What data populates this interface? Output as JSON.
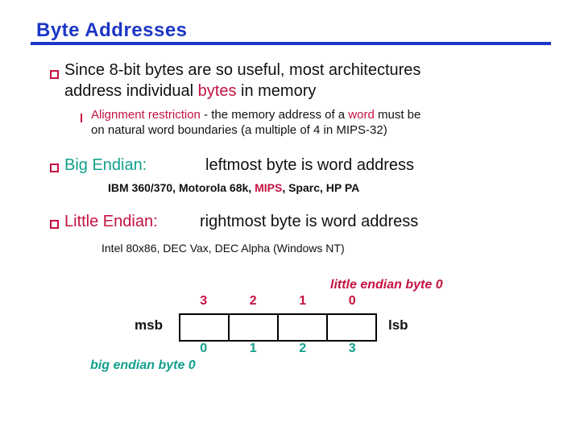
{
  "colors": {
    "title_blue": "#1C36C6",
    "accent_red": "#C41240",
    "accent_teal": "#12A08C",
    "text_black": "#111111"
  },
  "title": "Byte Addresses",
  "bullets": {
    "b1_line1": "Since 8-bit bytes are so useful, most architectures",
    "b1_line2_pre": "address individual ",
    "b1_line2_red": "bytes",
    "b1_line2_post": " in memory",
    "sub_red1": "Alignment restriction",
    "sub_mid": " - the memory address of a ",
    "sub_red2": "word",
    "sub_post": " must be",
    "sub_line2": "on natural word boundaries (a multiple of 4 in MIPS-32)",
    "big_label": "Big Endian:",
    "big_desc": "leftmost byte is word address",
    "big_ex_pre": "IBM 360/370, Motorola 68k, ",
    "big_ex_red": "MIPS",
    "big_ex_post": ", Sparc, HP PA",
    "little_label": "Little Endian:",
    "little_desc": "rightmost byte is word address",
    "little_ex": "Intel 80x86, DEC Vax, DEC Alpha (Windows NT)"
  },
  "diagram": {
    "little_endian_label": "little endian byte 0",
    "big_endian_label": "big endian byte 0",
    "top_numbers": [
      "3",
      "2",
      "1",
      "0"
    ],
    "bottom_numbers": [
      "0",
      "1",
      "2",
      "3"
    ],
    "msb_label": "msb",
    "lsb_label": "lsb"
  }
}
